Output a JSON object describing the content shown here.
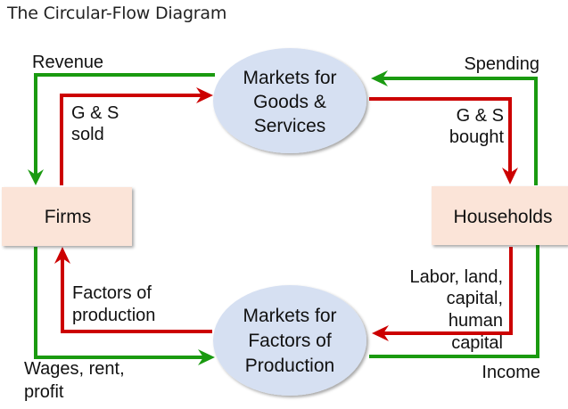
{
  "title": "The Circular-Flow Diagram",
  "colors": {
    "money_flow": "#1a9a10",
    "goods_flow": "#cc0000",
    "market_fill": "#d6e0f2",
    "agent_fill": "#fbe4d8"
  },
  "nodes": {
    "firms": {
      "label": "Firms"
    },
    "households": {
      "label": "Households"
    },
    "goods_market": {
      "lines": [
        "Markets for",
        "Goods &",
        "Services"
      ]
    },
    "factor_market": {
      "lines": [
        "Markets for",
        "Factors of",
        "Production"
      ]
    }
  },
  "flows": {
    "revenue": {
      "label": "Revenue",
      "type": "money"
    },
    "gs_sold": {
      "lines": [
        "G & S",
        "sold"
      ],
      "type": "goods"
    },
    "spending": {
      "label": "Spending",
      "type": "money"
    },
    "gs_bought": {
      "lines": [
        "G & S",
        "bought"
      ],
      "type": "goods"
    },
    "factors": {
      "lines": [
        "Factors of",
        "production"
      ],
      "type": "goods"
    },
    "wages": {
      "lines": [
        "Wages, rent,",
        "profit"
      ],
      "type": "money"
    },
    "labor": {
      "lines": [
        "Labor, land,",
        "capital,",
        "human",
        "capital"
      ],
      "type": "goods"
    },
    "income": {
      "label": "Income",
      "type": "money"
    }
  }
}
